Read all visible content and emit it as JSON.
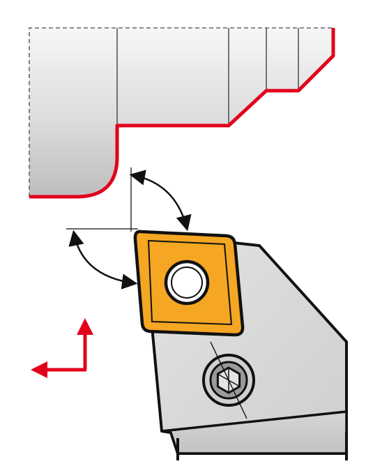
{
  "diagram": {
    "subject": "turning-tool-insert-setup",
    "colors": {
      "profile": "#e3001b",
      "arrow": "#e3001b",
      "insert_fill": "#f5a623",
      "outline": "#111111",
      "body_light": "#ececec",
      "body_dark": "#b9b9b9",
      "dimension_line": "#333333",
      "background": "#ffffff"
    },
    "icons": {
      "feed_direction": "red-l-shaped-arrows",
      "screw": "hex-socket-screw",
      "angle_markers": "curved-double-arrows"
    }
  }
}
